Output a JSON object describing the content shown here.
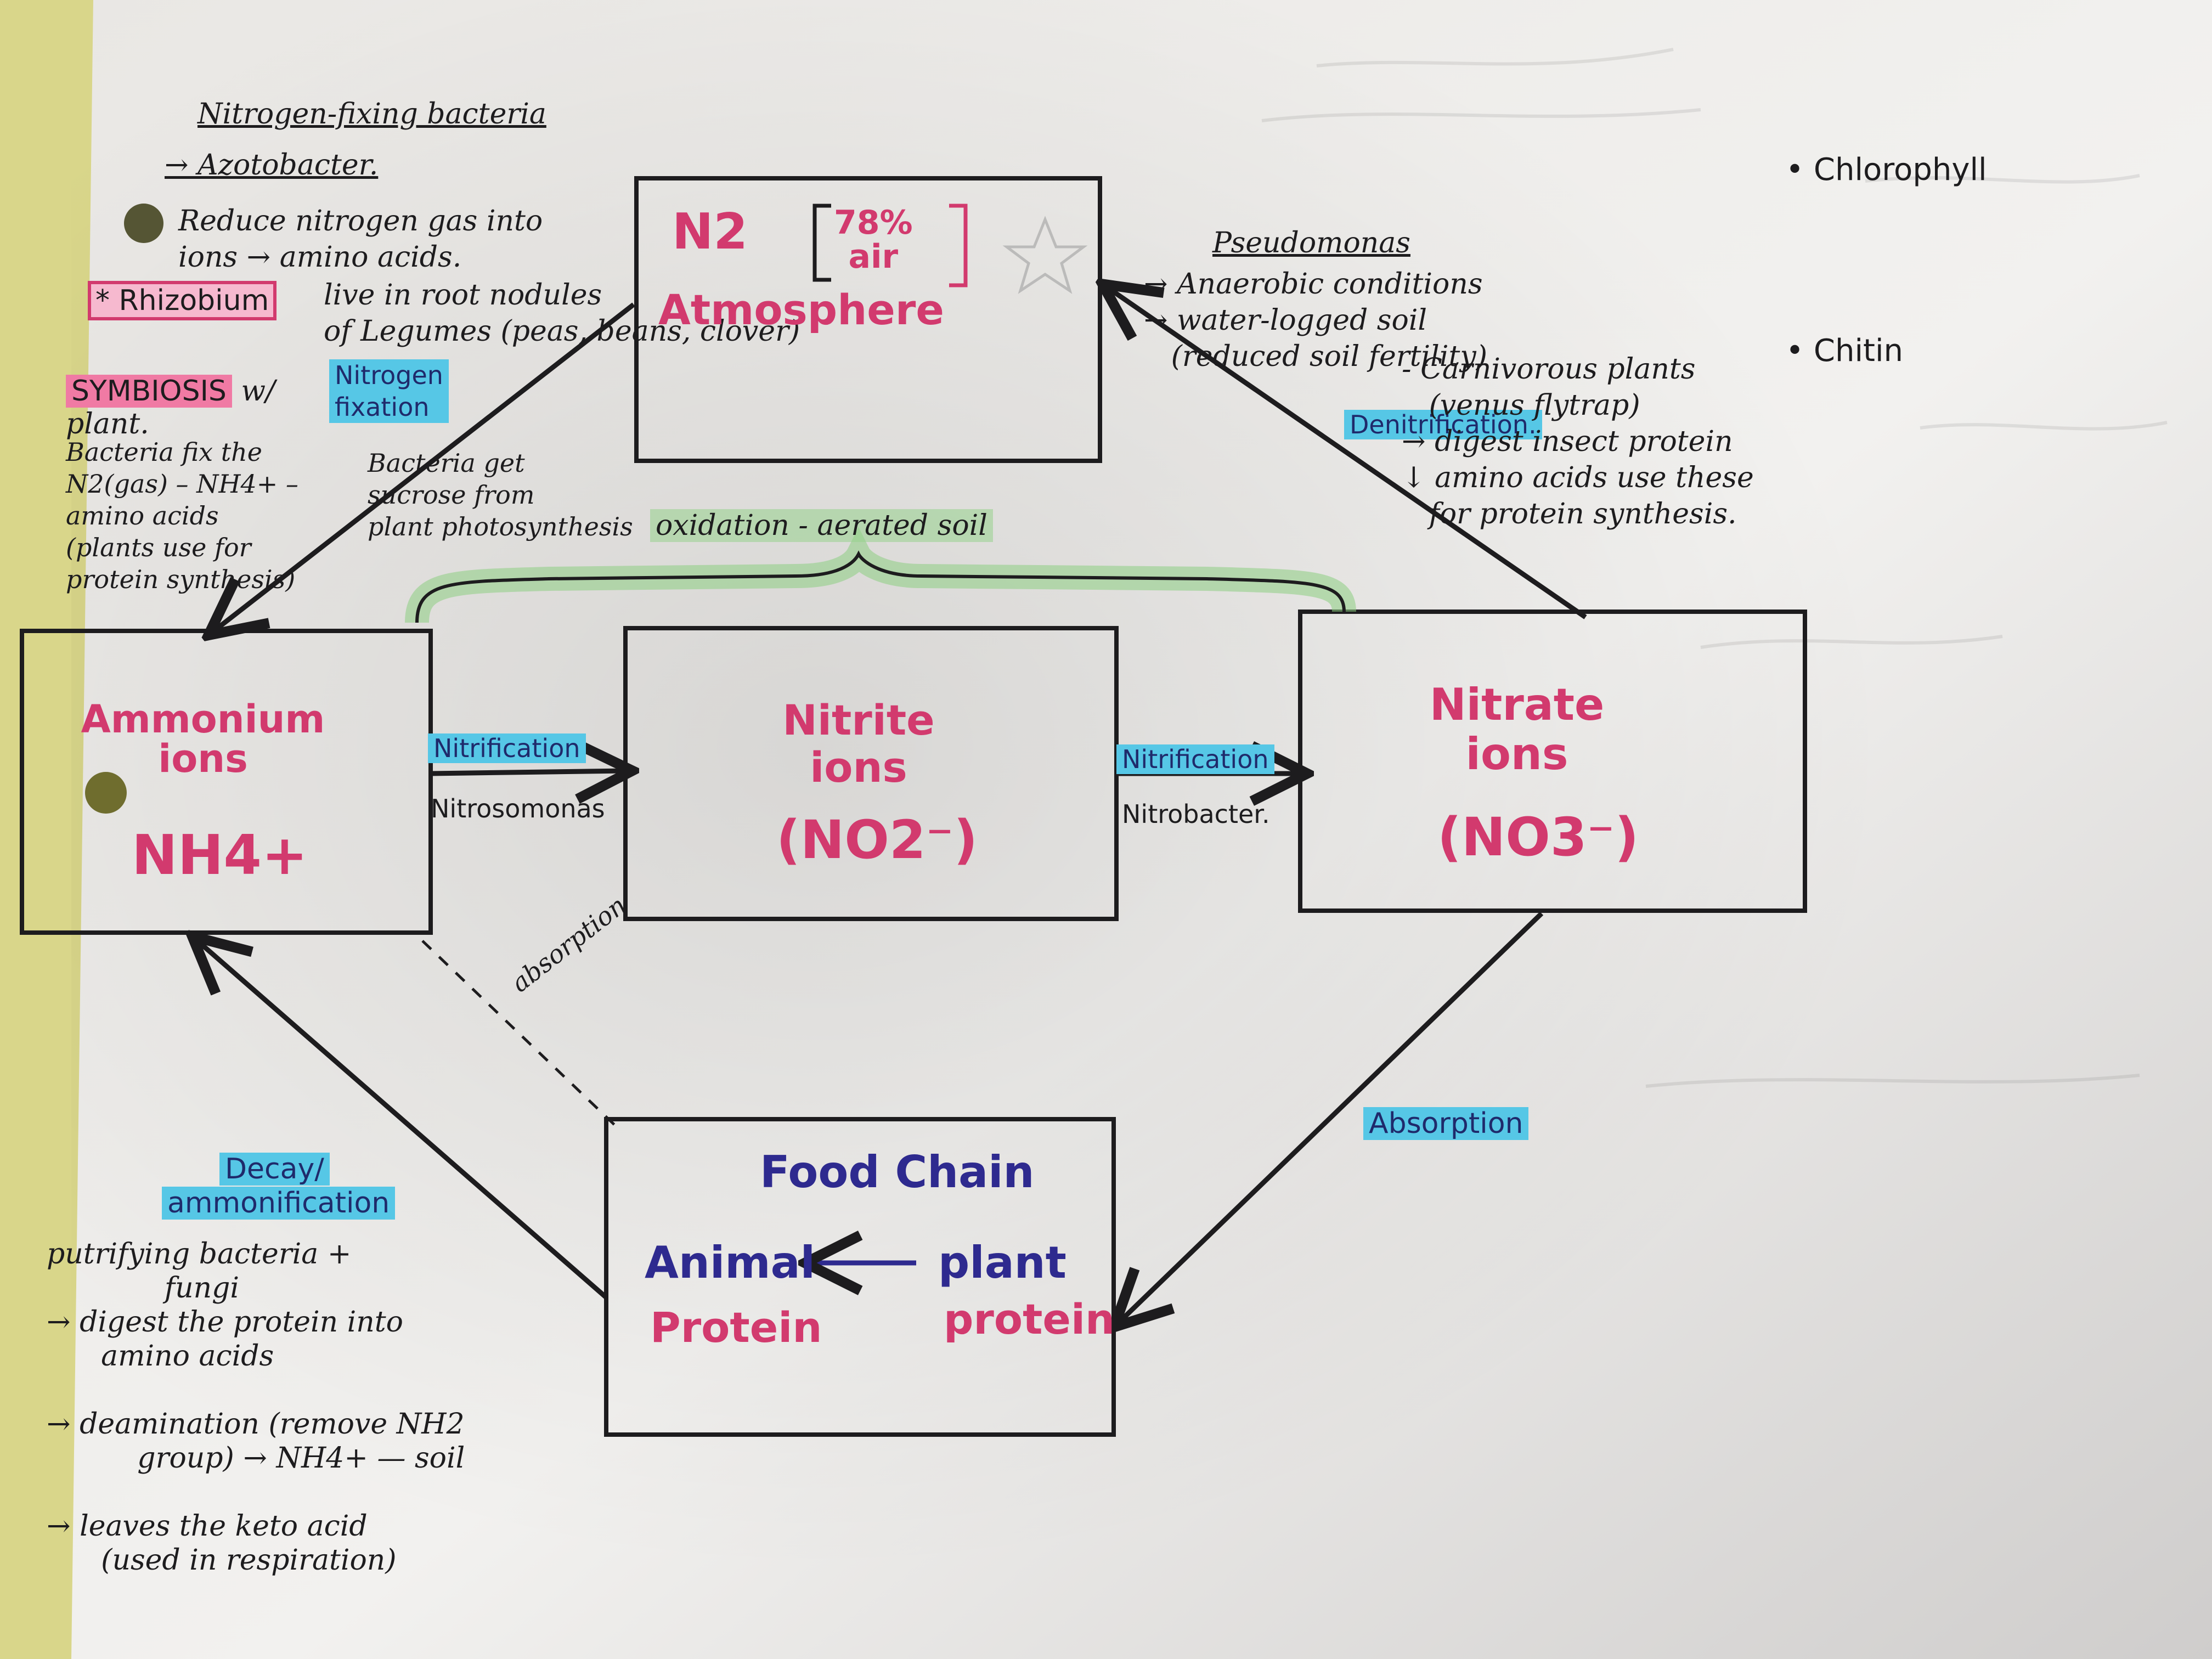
{
  "top_right_list": [
    "Chlorophyll",
    "Chitin"
  ],
  "left_notes": {
    "heading": "Nitrogen-fixing bacteria",
    "azotobacter": "→ Azotobacter.",
    "reduce": "Reduce nitrogen gas into\nions → amino acids.",
    "rhizobium_tag": "* Rhizobium",
    "rhizobium_text": "live in root nodules\nof Legumes (peas, beans, clover)",
    "symbiosis": "SYMBIOSIS",
    "symbiosis_rest": "w/",
    "plant": "plant.",
    "nitrogen_fixation": "Nitrogen\nfixation",
    "bacteria_fix": "Bacteria fix the\nN2(gas) – NH4+ –\namino acids\n(plants use for\nprotein synthesis)",
    "bacteria_get": "Bacteria get\nsucrose from\nplant photosynthesis"
  },
  "oxidation_label": "oxidation - aerated soil",
  "right_notes": {
    "heading": "Pseudomonas",
    "lines": "→ Anaerobic conditions\n→ water-logged soil\n   (reduced soil fertility)",
    "denitrification": "Denitrification.",
    "carnivorous": "- Carnivorous plants\n   (venus flytrap)\n→ digest insect protein\n↓ amino acids use these\n   for protein synthesis."
  },
  "boxes": {
    "atmosphere": {
      "formula": "N2",
      "bracket": "78%\nair",
      "name": "Atmosphere"
    },
    "ammonium": {
      "name": "Ammonium\nions",
      "formula": "NH4+"
    },
    "nitrite": {
      "name": "Nitrite\nions",
      "formula": "(NO2⁻)"
    },
    "nitrate": {
      "name": "Nitrate\nions",
      "formula": "(NO3⁻)"
    },
    "food_chain": {
      "title": "Food Chain",
      "animal": "Animal",
      "plant": "plant",
      "protein_left": "Protein",
      "protein_right": "protein"
    }
  },
  "arrow_labels": {
    "nitrification_1": "Nitrification",
    "nitrosomonas": "Nitrosomonas",
    "nitrification_2": "Nitrification",
    "nitrobacter": "Nitrobacter.",
    "absorption_dashed": "absorption",
    "absorption": "Absorption"
  },
  "bottom_notes": {
    "decay": "Decay/",
    "ammonification": "ammonification",
    "lines": "putrifying bacteria +\n             fungi\n→ digest the protein into\n      amino acids\n\n→ deamination (remove NH2\n          group) → NH4+ — soil\n\n→ leaves the keto acid\n      (used in respiration)"
  },
  "colors": {
    "box_text": "#d23a6e",
    "food_text": "#2e2a8f",
    "highlight_blue": "#56c7e6",
    "highlight_pink": "#f07aa4",
    "ink": "#1d1c1e"
  }
}
